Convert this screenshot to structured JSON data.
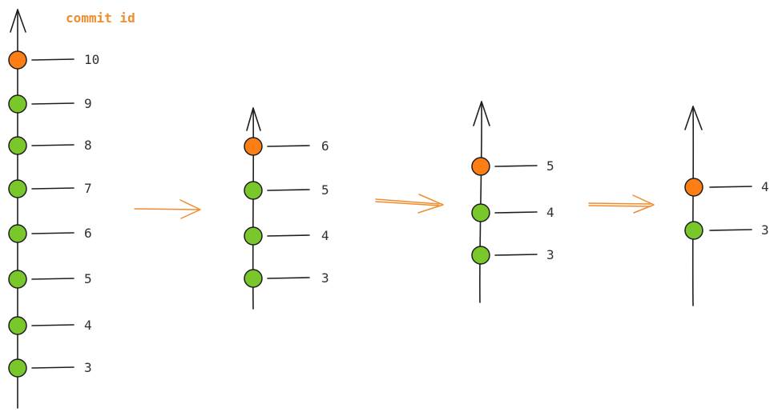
{
  "title": "commit id",
  "colors": {
    "head": "#fd7e14",
    "commit": "#79c72b",
    "arrow": "#f08c2d",
    "title": "#f08c2d",
    "line": "#1e1e1e"
  },
  "stacks": [
    {
      "head": "10",
      "commits": [
        "10",
        "9",
        "8",
        "7",
        "6",
        "5",
        "4",
        "3"
      ]
    },
    {
      "head": "6",
      "commits": [
        "6",
        "5",
        "4",
        "3"
      ]
    },
    {
      "head": "5",
      "commits": [
        "5",
        "4",
        "3"
      ]
    },
    {
      "head": "4",
      "commits": [
        "4",
        "3"
      ]
    }
  ]
}
